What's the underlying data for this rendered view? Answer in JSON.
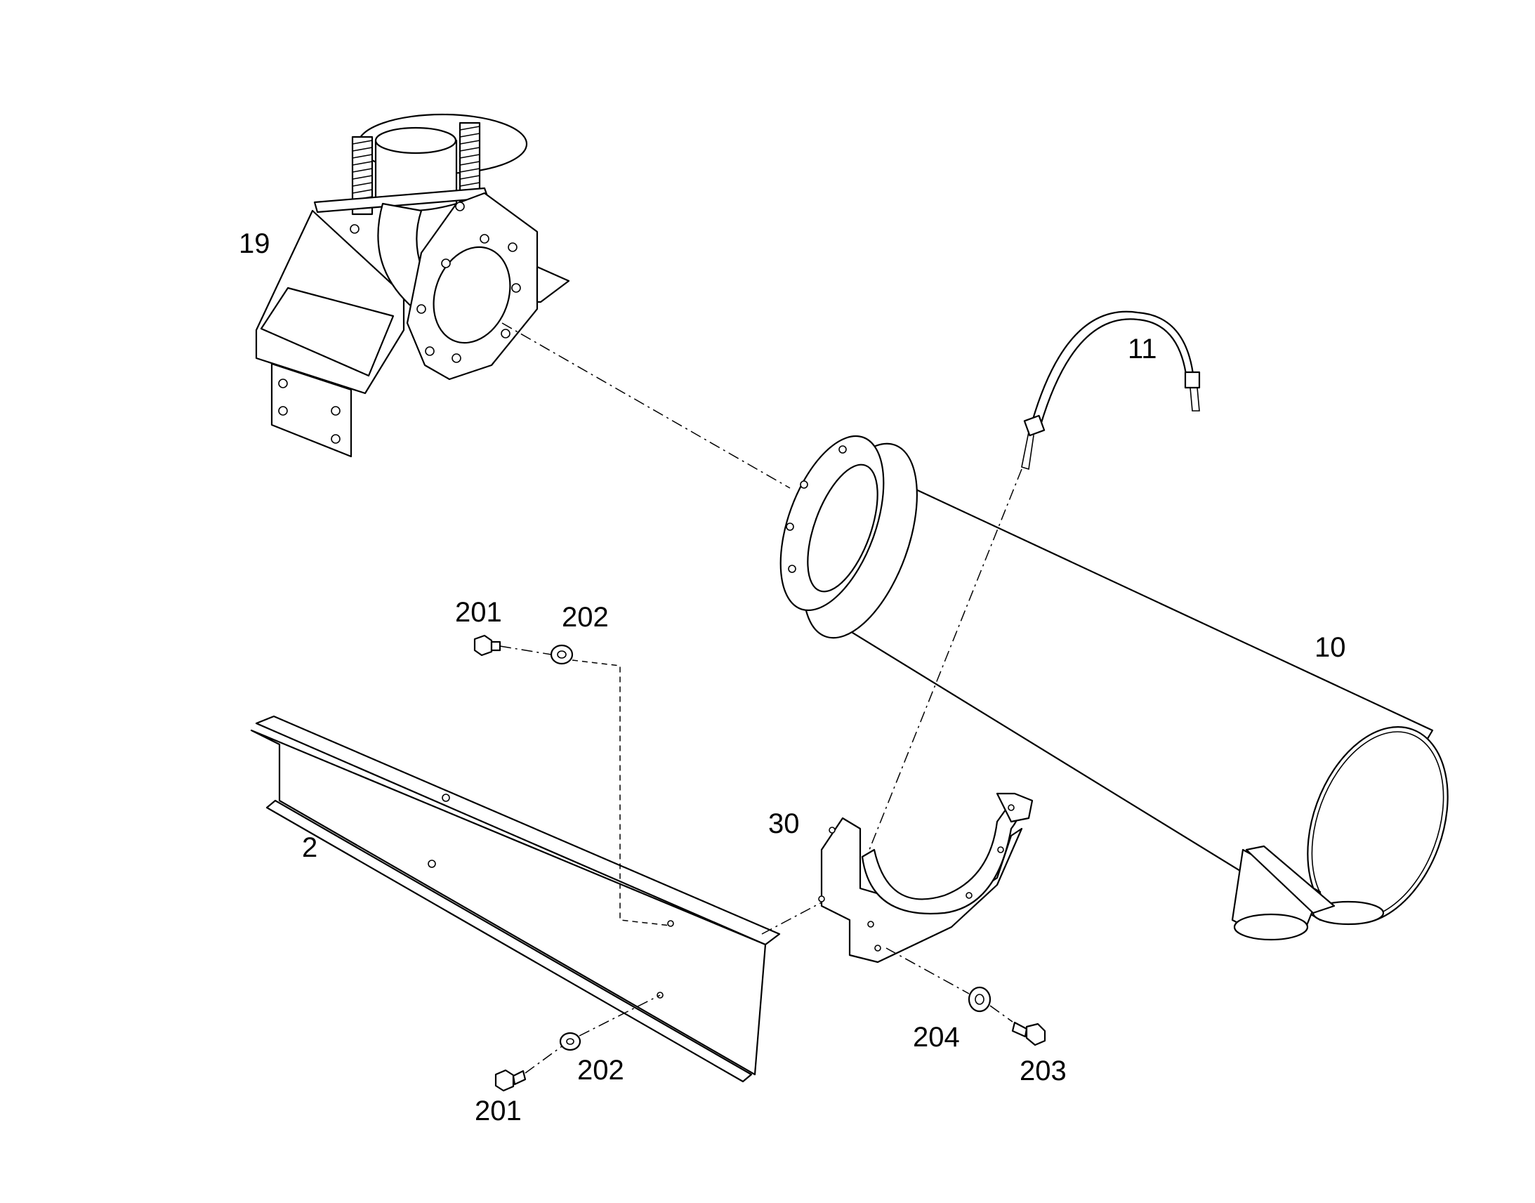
{
  "diagram": {
    "callouts": {
      "c19": "19",
      "c11": "11",
      "c10": "10",
      "c201_top": "201",
      "c202_top": "202",
      "c2": "2",
      "c30": "30",
      "c204": "204",
      "c203": "203",
      "c202_bottom": "202",
      "c201_bottom": "201"
    },
    "parts": [
      {
        "callout": "2",
        "name": "heat shield"
      },
      {
        "callout": "10",
        "name": "muffler"
      },
      {
        "callout": "11",
        "name": "strap clamp"
      },
      {
        "callout": "19",
        "name": "exhaust elbow mount"
      },
      {
        "callout": "30",
        "name": "muffler support bracket"
      },
      {
        "callout": "201",
        "name": "bolt"
      },
      {
        "callout": "202",
        "name": "washer"
      },
      {
        "callout": "203",
        "name": "bolt"
      },
      {
        "callout": "204",
        "name": "washer"
      }
    ],
    "line_color": "#000000",
    "background": "#ffffff"
  }
}
